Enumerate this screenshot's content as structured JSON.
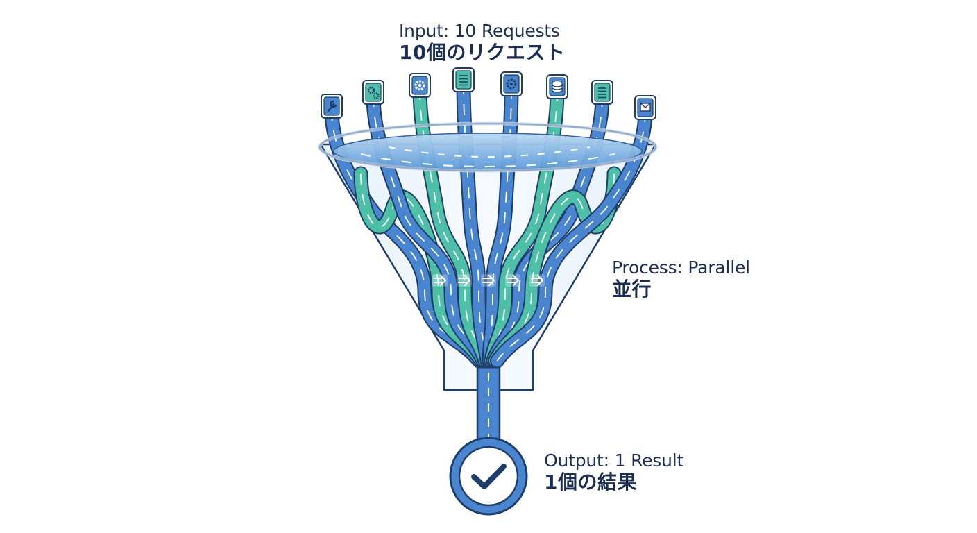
{
  "labels": {
    "input": {
      "en": "Input: 10 Requests",
      "ja": "10個のリクエスト"
    },
    "process": {
      "en": "Process: Parallel",
      "ja": "並行"
    },
    "output": {
      "en": "Output: 1 Result",
      "ja": "1個の結果"
    }
  },
  "input_icons": [
    "wrench-document-icon",
    "gears-document-icon",
    "gear-icon",
    "document-icon",
    "gear-document-icon",
    "database-icon",
    "document-icon",
    "envelope-icon"
  ],
  "colors": {
    "blue": "#4a86cf",
    "teal": "#4fc0a8",
    "outline": "#1f3d6b",
    "funnel_fill": "#eef5fc"
  }
}
